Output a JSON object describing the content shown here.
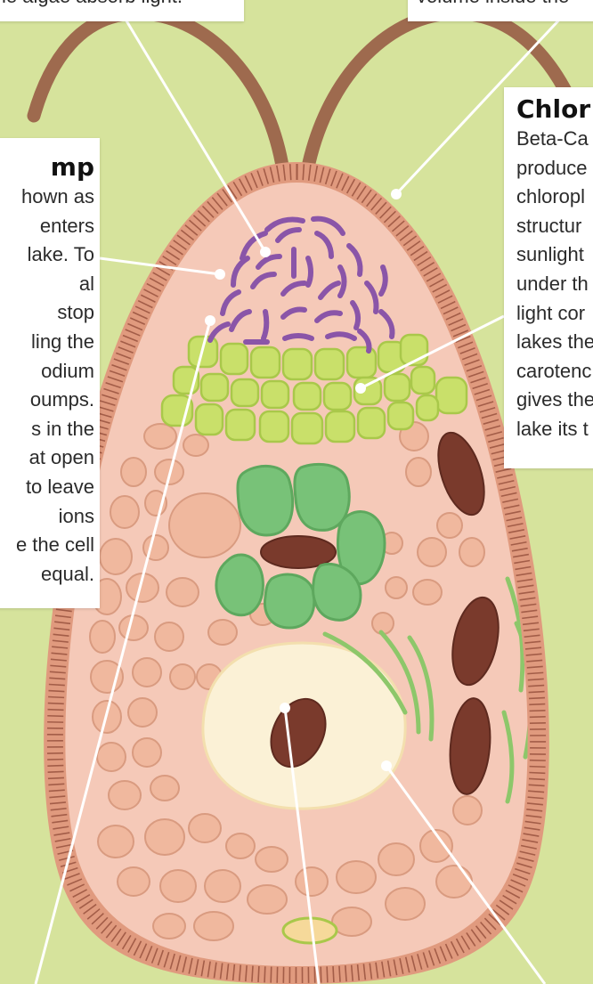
{
  "colors": {
    "background": "#d6e39c",
    "flagella": "#9e6a4e",
    "cell_wall": "#e09a7e",
    "cytoplasm": "#f5c9b8",
    "eyespot": "#8a55a8",
    "chloroplast_lime": "#c9e06a",
    "chloroplast_green": "#78c278",
    "starch_granules": "#f0b89e",
    "dark_bodies": "#7a3a2c",
    "vacuole": "#fbf1d6",
    "leader_lines": "#ffffff"
  },
  "callouts": {
    "top_left": {
      "line1": "le algae absorb light."
    },
    "top_right": {
      "line1": "volume inside the"
    },
    "pump": {
      "heading": "mp",
      "lines": [
        "hown as",
        "enters",
        "lake. To",
        "al",
        "stop",
        "ling the",
        "odium",
        "oumps.",
        "s in the",
        "at open",
        "to leave",
        "ions",
        "e the cell",
        "equal."
      ]
    },
    "chloroplast": {
      "heading": "Chlor",
      "lines": [
        "Beta-Ca",
        "produce",
        "chloropl",
        "structur",
        "sunlight",
        "under th",
        "light cor",
        "lakes the",
        "carotenc",
        "gives the",
        "lake its t"
      ]
    }
  }
}
